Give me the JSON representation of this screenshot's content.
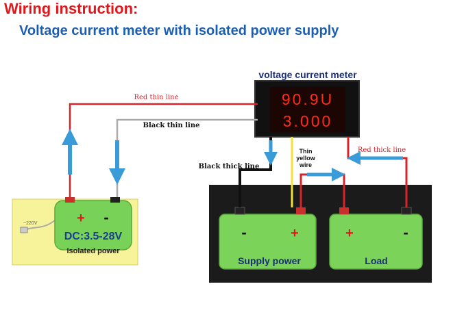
{
  "header": {
    "title": "Wiring instruction:",
    "subtitle": "Voltage current meter with isolated power supply"
  },
  "meter": {
    "label": "voltage current meter",
    "voltage_reading": "90.9U",
    "current_reading": "3.000"
  },
  "wires": {
    "red_thin": "Red thin line",
    "black_thin": "Black thin line",
    "black_thick": "Black thick line",
    "thin_yellow_line1": "Thin",
    "thin_yellow_line2": "yellow",
    "thin_yellow_line3": "wire",
    "red_thick": "Red thick line"
  },
  "isolated_power": {
    "plus": "+",
    "minus": "-",
    "rating": "DC:3.5-28V",
    "label": "Isolated power",
    "plug_label": "~220V"
  },
  "supply": {
    "minus": "-",
    "plus": "+",
    "label": "Supply power"
  },
  "load": {
    "plus": "+",
    "minus": "-",
    "label": "Load"
  },
  "colors": {
    "title": "#e0181b",
    "subtitle": "#1a5fb4",
    "red_wire": "#d9232a",
    "black_wire": "#111111",
    "yellow_wire": "#f2e233",
    "arrow_blue": "#3a9bd9",
    "green_module": "#78d257",
    "yellow_panel": "#f7f39a",
    "digit_red": "#ff2a1a"
  }
}
